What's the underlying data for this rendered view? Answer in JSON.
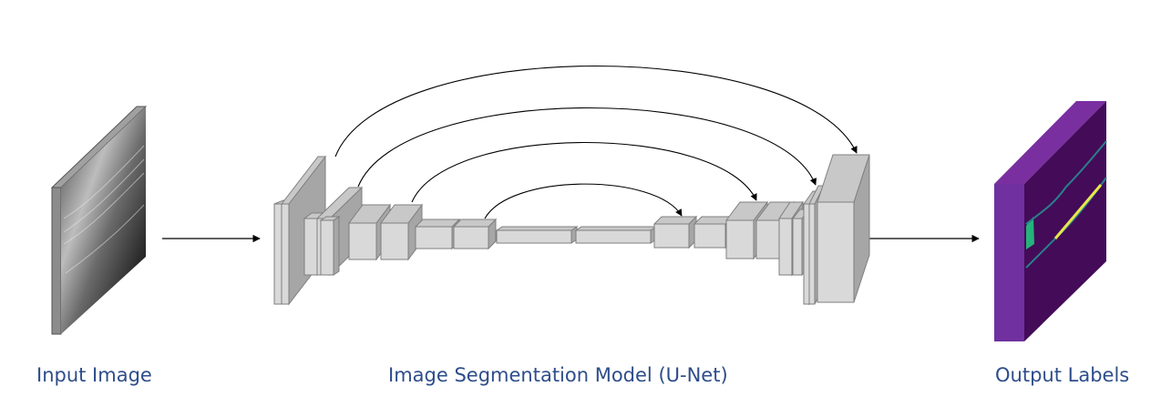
{
  "captions": {
    "input": "Input Image",
    "model": "Image Segmentation Model (U-Net)",
    "output": "Output Labels"
  },
  "colors": {
    "caption_text": "#2e4d8a",
    "block_front": "#d9d9d9",
    "block_top": "#c8c8c8",
    "block_side": "#a6a6a6",
    "block_stroke": "#7f7f7f",
    "output_front": "#440b58",
    "output_top": "#7a2fa0",
    "output_side": "#7030a0",
    "contour_teal": "#2a7f8c",
    "contour_yellow": "#e6e84a",
    "region_green": "#26b37a"
  },
  "icons": {
    "input_image": "ultrasound-image-icon",
    "output_image": "segmentation-mask-icon",
    "arrow": "arrow-icon"
  }
}
